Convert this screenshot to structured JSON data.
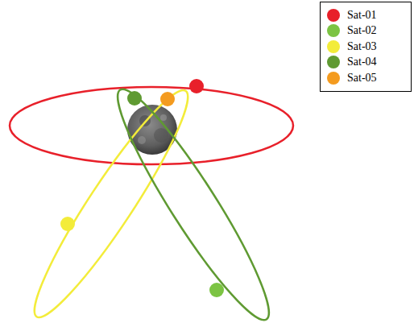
{
  "diagram": {
    "legend": [
      {
        "text": "Sat-01",
        "color": "#e8202a"
      },
      {
        "text": "Sat-02",
        "color": "#7cc443"
      },
      {
        "text": "Sat-03",
        "color": "#f3ec3a"
      },
      {
        "text": "Sat-04",
        "color": "#5f9a32"
      },
      {
        "text": "Sat-05",
        "color": "#f49b1f"
      }
    ]
  }
}
